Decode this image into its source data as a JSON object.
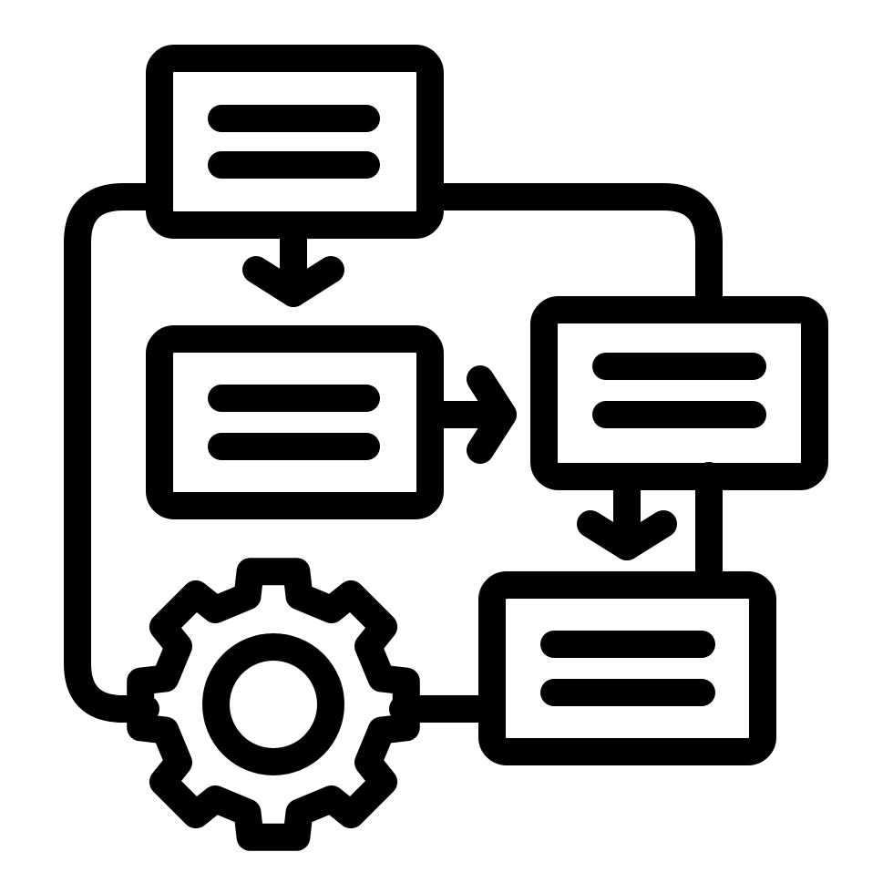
{
  "icon": {
    "name": "workflow-process-icon",
    "stroke_color": "#000000",
    "background_color": "#ffffff",
    "boxes": [
      {
        "name": "process-box-top",
        "lines": 2
      },
      {
        "name": "process-box-middle-left",
        "lines": 2
      },
      {
        "name": "process-box-middle-right",
        "lines": 2
      },
      {
        "name": "process-box-bottom-right",
        "lines": 2
      }
    ],
    "arrows": [
      {
        "name": "arrow-down-top-to-middle",
        "direction": "down"
      },
      {
        "name": "arrow-right-middle-to-right",
        "direction": "right"
      },
      {
        "name": "arrow-down-right-to-bottom",
        "direction": "down"
      }
    ],
    "gear": {
      "name": "gear-icon",
      "teeth": 8
    }
  }
}
